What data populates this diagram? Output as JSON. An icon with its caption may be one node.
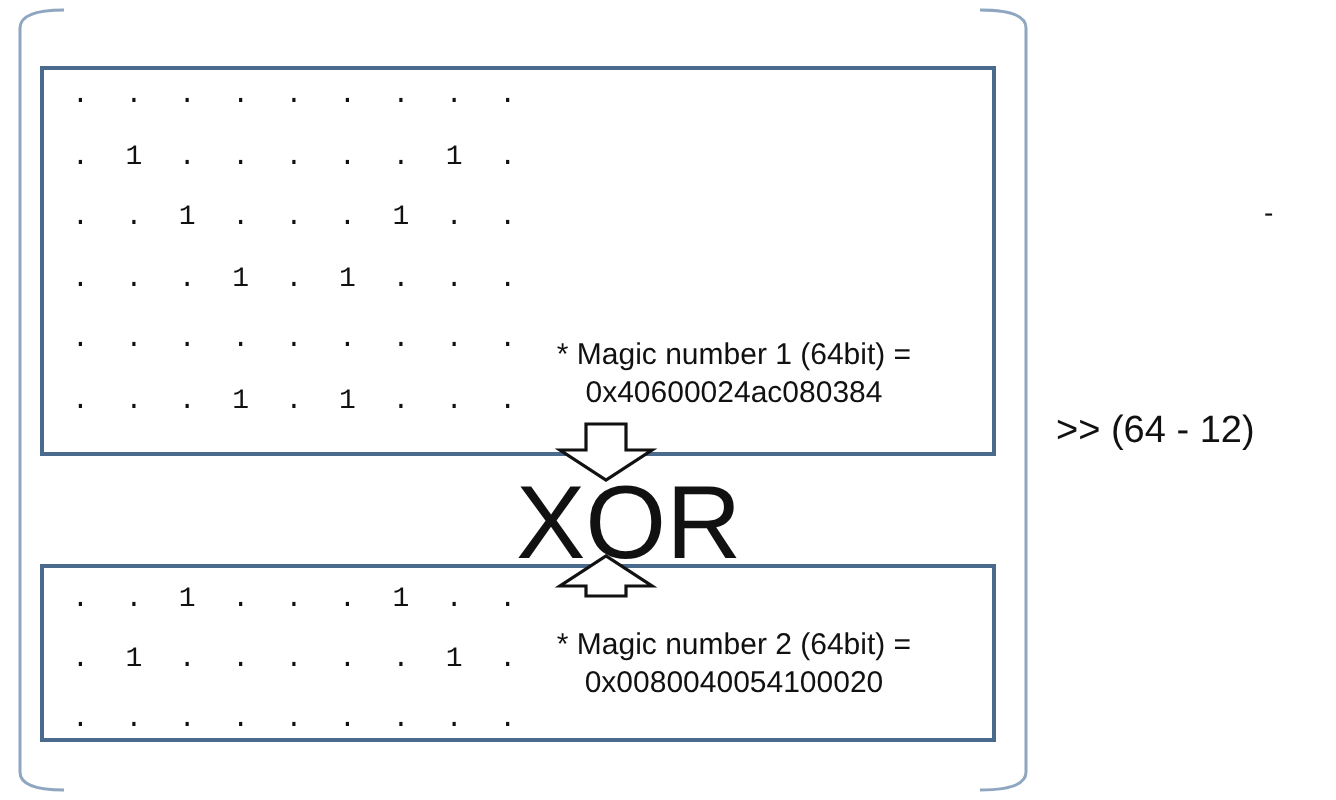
{
  "diagram": {
    "nodes": [
      {
        "text": [
          ". . . . . . . . .",
          ". 1 . . . . . 1 .",
          ". . 1 . . . 1 . .",
          ". . . 1 . 1 . . .",
          ". . . . . . . . .",
          ". . . 1 . 1 . . .",
          "* Magic number 1 (64bit) = 0x40600024ac080384"
        ]
      },
      {
        "text": [
          "XOR"
        ]
      },
      {
        "text": [
          ". . 1 . . . 1 . .",
          ". 1 . . . . . 1 .",
          ". . . . . . . . .",
          "* Magic number 2 (64bit) = 0x0080040054100020"
        ]
      }
    ],
    "edges": [
      {
        "from": 0,
        "to": 1,
        "arrow": "to"
      },
      {
        "from": 2,
        "to": 1,
        "arrow": "to"
      }
    ],
    "labels": [
      "-",
      ">> (64 - 12)"
    ]
  }
}
